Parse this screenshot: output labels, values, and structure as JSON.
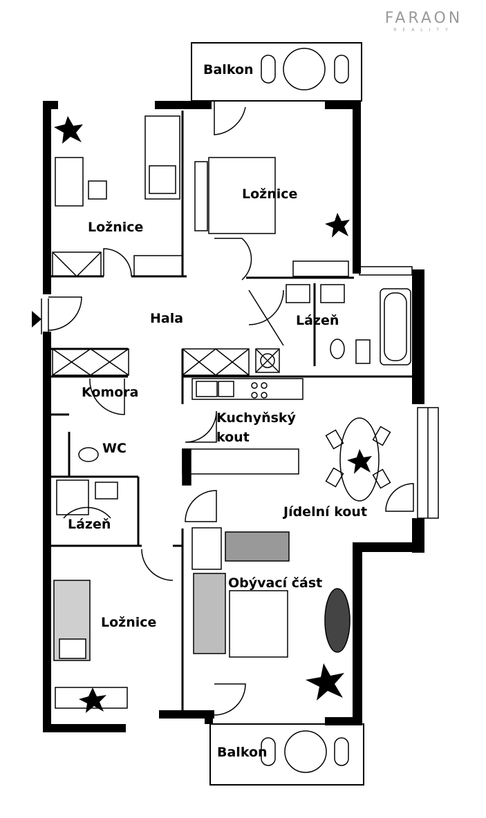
{
  "logo": {
    "name": "FARAON",
    "subtitle": "REALITY"
  },
  "rooms": {
    "balkon_top": "Balkon",
    "loznice_left": "Ložnice",
    "loznice_top": "Ložnice",
    "hala": "Hala",
    "lazen_right": "Lázeň",
    "komora": "Komora",
    "kuchynsky_1": "Kuchyňský",
    "kuchynsky_2": "kout",
    "wc": "WC",
    "lazen_left": "Lázeň",
    "jidelni": "Jídelní kout",
    "obyvaci": "Obývací část",
    "loznice_bottom": "Ložnice",
    "balkon_bottom": "Balkon"
  },
  "icons": [
    "entrance-arrow-icon",
    "plant-icon",
    "bathtub-icon",
    "toilet-icon",
    "sink-icon",
    "stove-icon",
    "table-icon"
  ]
}
